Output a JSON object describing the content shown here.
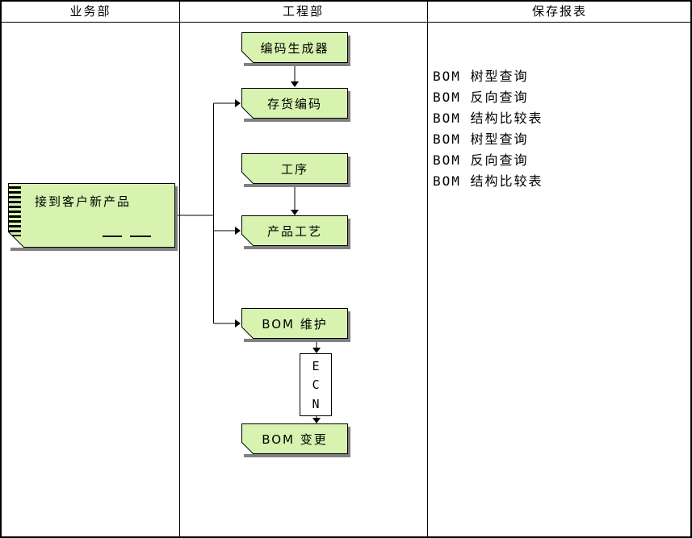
{
  "lanes": [
    {
      "title": "业务部"
    },
    {
      "title": "工程部"
    },
    {
      "title": "保存报表"
    }
  ],
  "source_document": {
    "label": "接到客户新产品"
  },
  "nodes": [
    {
      "id": "code-generator",
      "label": "编码生成器"
    },
    {
      "id": "inventory-code",
      "label": "存货编码"
    },
    {
      "id": "operation",
      "label": "工序"
    },
    {
      "id": "product-process",
      "label": "产品工艺"
    },
    {
      "id": "bom-maintenance",
      "label": "BOM 维护"
    },
    {
      "id": "bom-change",
      "label": "BOM 变更"
    }
  ],
  "ecn_letters": [
    "E",
    "C",
    "N"
  ],
  "reports": [
    "BOM 树型查询",
    "BOM 反向查询",
    "BOM 结构比较表",
    "BOM 树型查询",
    "BOM 反向查询",
    "BOM 结构比较表"
  ],
  "colors": {
    "background": "#ffffff",
    "node_fill": "#d8f3b0",
    "node_border": "#000000",
    "node_shadow": "#808080",
    "line": "#000000"
  }
}
